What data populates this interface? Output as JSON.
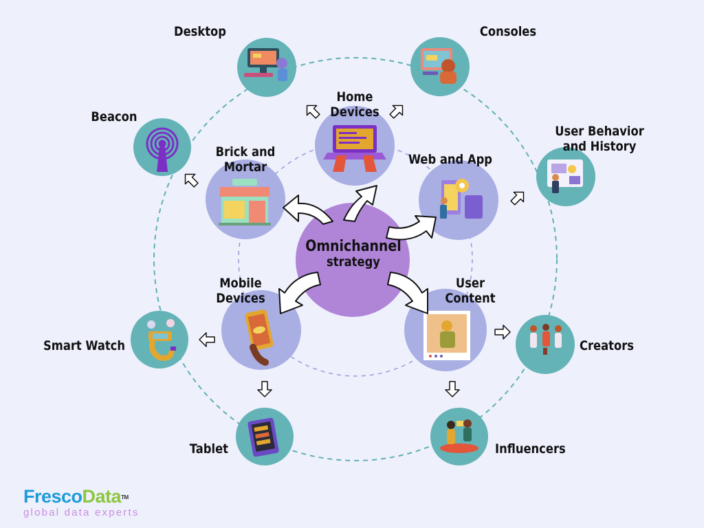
{
  "center": {
    "line1": "Omnichannel",
    "line2": "strategy"
  },
  "inner_nodes": {
    "home_devices": [
      "Home",
      "Devices"
    ],
    "brick_and_mortar": [
      "Brick and",
      "Mortar"
    ],
    "web_and_app": [
      "Web and App"
    ],
    "mobile_devices": [
      "Mobile",
      "Devices"
    ],
    "user_content": [
      "User",
      "Content"
    ]
  },
  "outer_nodes": {
    "desktop": "Desktop",
    "consoles": "Consoles",
    "beacon": "Beacon",
    "user_behavior": [
      "User Behavior",
      "and History"
    ],
    "smart_watch": "Smart Watch",
    "creators": "Creators",
    "tablet": "Tablet",
    "influencers": "Influencers"
  },
  "logo": {
    "part1": "Fresco",
    "part2": "Data",
    "tm": "TM",
    "tagline": "global data experts"
  },
  "colors": {
    "background": "#eef0fc",
    "center_circle": "#b085d8",
    "inner_circle": "#a9aee3",
    "outer_circle": "#64b3b7",
    "outer_ring": "#5fb0b0",
    "inner_ring": "#9a9ad8",
    "logo_blue": "#1e9bd9",
    "logo_green": "#8cc63f"
  }
}
